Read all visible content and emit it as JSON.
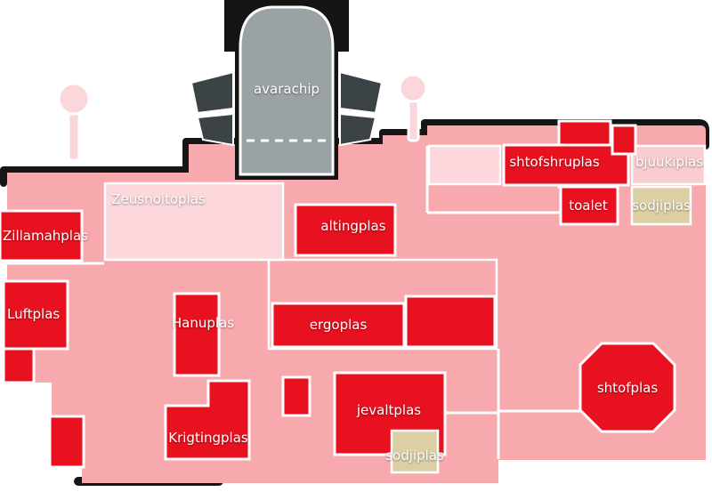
{
  "colors": {
    "ground_pink": "#f8a9ae",
    "room_red": "#e8111f",
    "room_light_pink": "#fcd7db",
    "room_tan": "#dccfa4",
    "ship_gray": "#9ba2a6",
    "ship_fin_dark": "#3b4347",
    "outline_dark": "#161616",
    "outline_white": "#ffffff",
    "label_white": "#ffffff"
  },
  "ship": {
    "label": "avarachip"
  },
  "rooms": {
    "zeusnoitoplas": {
      "label": "Zeusnoitoplas"
    },
    "zillamahplas": {
      "label": "Zillamahplas"
    },
    "luftplas": {
      "label": "Luftplas"
    },
    "hanuplas": {
      "label": "Hanuplas"
    },
    "altingplas": {
      "label": "altingplas"
    },
    "ergoplas": {
      "label": "ergoplas"
    },
    "jevaltplas": {
      "label": "jevaltplas"
    },
    "krigtingplas": {
      "label": "Krigtingplas"
    },
    "sodjiplas_south": {
      "label": "sodjiplas"
    },
    "shtofshruplas": {
      "label": "shtofshruplas"
    },
    "bjuukiplas": {
      "label": "bjuukiplas"
    },
    "toalet": {
      "label": "toalet"
    },
    "sodjiplas_east": {
      "label": "sodjiplas"
    },
    "shtofplas": {
      "label": "shtofplas"
    }
  }
}
